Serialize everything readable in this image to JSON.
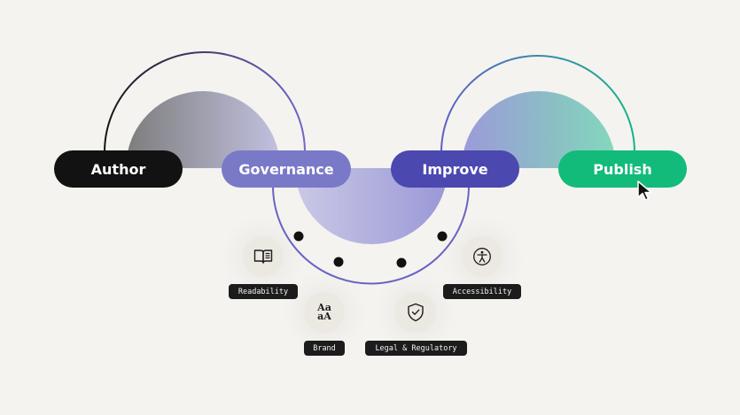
{
  "stages": [
    {
      "id": "author",
      "label": "Author",
      "color": "#121212"
    },
    {
      "id": "governance",
      "label": "Governance",
      "color": "#7a79c8"
    },
    {
      "id": "improve",
      "label": "Improve",
      "color": "#4b48b0"
    },
    {
      "id": "publish",
      "label": "Publish",
      "color": "#12bb7a"
    }
  ],
  "checks": [
    {
      "id": "readability",
      "label": "Readability",
      "icon": "book-icon"
    },
    {
      "id": "brand",
      "label": "Brand",
      "icon": "typography-icon",
      "glyph_top": "Aa",
      "glyph_bottom": "aA"
    },
    {
      "id": "legal",
      "label": "Legal & Regulatory",
      "icon": "shield-check-icon"
    },
    {
      "id": "accessibility",
      "label": "Accessibility",
      "icon": "accessibility-icon"
    }
  ],
  "colors": {
    "background": "#f4f3f0",
    "arc_dark": "#1a1a1a",
    "arc_purple": "#6a63c4",
    "arc_teal": "#16b48c",
    "cursor": "#111111"
  }
}
